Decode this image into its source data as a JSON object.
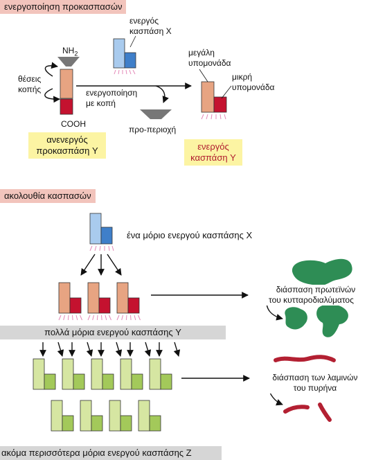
{
  "sections": {
    "activation_title": "ενεργοποίηση προκασπασών",
    "cascade_title": "ακολουθία κασπασών"
  },
  "activation": {
    "active_caspase_x": [
      "ενεργός",
      "κασπάση X"
    ],
    "nh2": "NH",
    "nh2_sub": "2",
    "cut_sites": [
      "θέσεις",
      "κοπής"
    ],
    "cooh": "COOH",
    "activation_by_cleavage": [
      "ενεργοποίηση",
      "με κοπή"
    ],
    "prodomain": "προ-περιοχή",
    "large_subunit": [
      "μεγάλη",
      "υπομονάδα"
    ],
    "small_subunit": [
      "μικρή",
      "υπομονάδα"
    ],
    "inactive_procaspase_y": [
      "ανενεργός",
      "προκασπάση Y"
    ],
    "active_caspase_y": [
      "ενεργός",
      "κασπάση Y"
    ]
  },
  "cascade": {
    "one_molecule": "ένα μόριο ενεργού κασπάσης X",
    "many_molecules": "πολλά μόρια ενεργού κασπάσης Y",
    "even_more": "ακόμα περισσότερα μόρια ενεργού κασπάσης Z",
    "cytosolic_cleavage": [
      "διάσπαση πρωτεϊνών",
      "του κυτταροδιαλύματος"
    ],
    "lamin_cleavage": [
      "διάσπαση των λαμινών",
      "του πυρήνα"
    ]
  },
  "colors": {
    "caspase_x_large": "#a9cbee",
    "caspase_x_small": "#3f7fc9",
    "caspase_y_large": "#e7a482",
    "caspase_y_small": "#c4122f",
    "caspase_z_large": "#d6e6a2",
    "caspase_z_small": "#a3c95a",
    "prodomain": "#777777",
    "glow": "#e488b8",
    "protein": "#2e8d55",
    "lamin": "#b32032",
    "title_band": "#f2c4bc",
    "grey_band": "#d6d6d6",
    "yellow_box": "#fcf4a3"
  }
}
